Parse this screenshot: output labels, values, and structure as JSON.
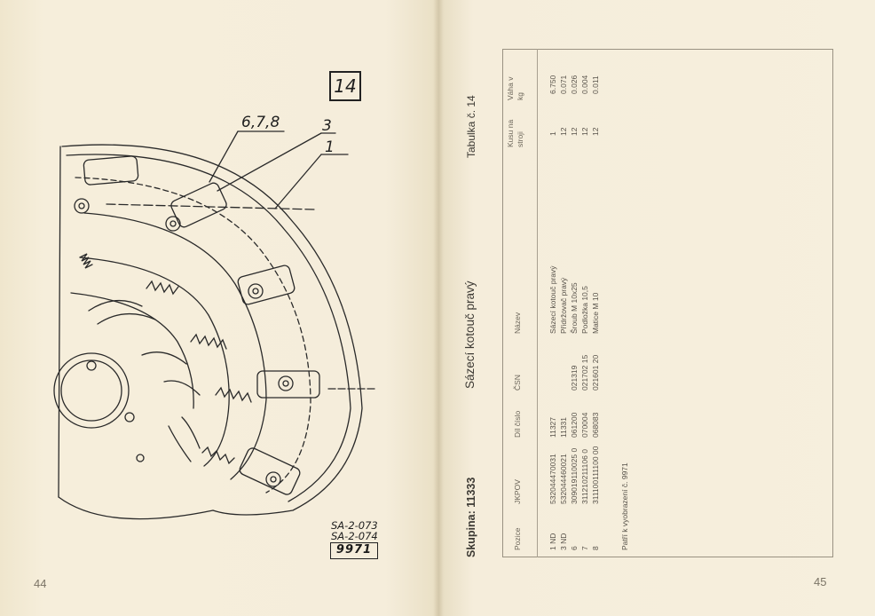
{
  "left_page": {
    "figure_number": "14",
    "callouts": {
      "a": "6,7,8",
      "b": "3",
      "c": "1"
    },
    "drawing_refs": [
      "SA-2-073",
      "SA-2-074"
    ],
    "drawing_id": "9971",
    "page_number": "44"
  },
  "right_page": {
    "group_label": "Skupina: 11333",
    "table_title": "Sázecí kotouč pravý",
    "table_number": "Tabulka č. 14",
    "columns": [
      "Pozice",
      "JKPOV",
      "Díl číslo",
      "ČSN",
      "Název",
      "Kusu na stroji",
      "Váha v kg"
    ],
    "rows": [
      {
        "pozice": "1  ND",
        "jkpov": "532044470031",
        "dil": "11327",
        "csn": "",
        "nazev": "Sázecí kotouč pravý",
        "kusu": "1",
        "vaha": "6.750"
      },
      {
        "pozice": "3  ND",
        "jkpov": "532044460021",
        "dil": "11331",
        "csn": "",
        "nazev": "Přidržovač pravý",
        "kusu": "12",
        "vaha": "0.071"
      },
      {
        "pozice": "6",
        "jkpov": "309019110025 0",
        "dil": "061200",
        "csn": "021319",
        "nazev": "Šroub M 10x25",
        "kusu": "12",
        "vaha": "0.026"
      },
      {
        "pozice": "7",
        "jkpov": "311210211106 0",
        "dil": "070004",
        "csn": "021702 15",
        "nazev": "Podložka 10,5",
        "kusu": "12",
        "vaha": "0.004"
      },
      {
        "pozice": "8",
        "jkpov": "311100111100 00",
        "dil": "068083",
        "csn": "021601 20",
        "nazev": "Matice M 10",
        "kusu": "12",
        "vaha": "0.011"
      }
    ],
    "note": "Patří k vyobrazení č. 9971",
    "page_number": "45"
  }
}
